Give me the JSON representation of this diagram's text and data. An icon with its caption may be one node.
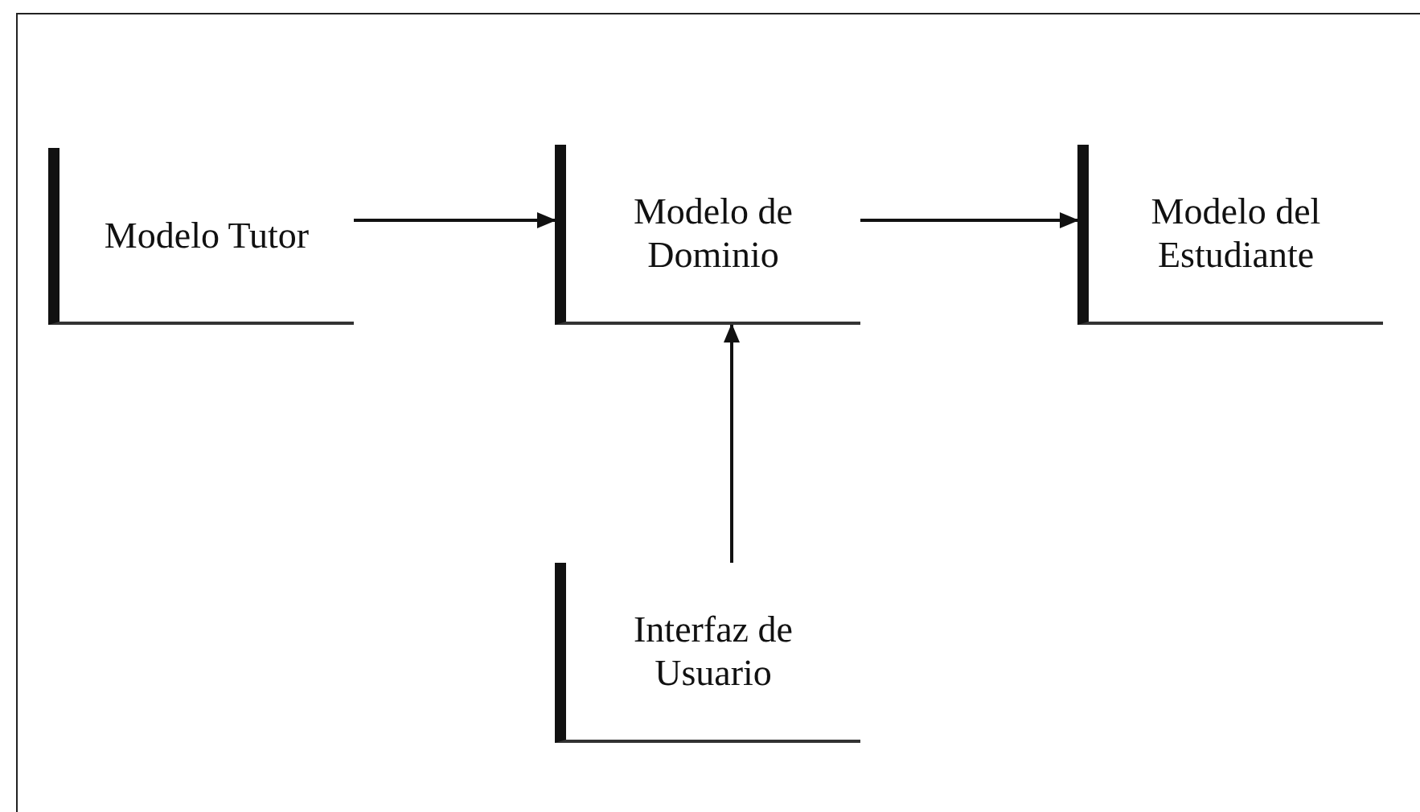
{
  "diagram": {
    "nodes": [
      {
        "text": [
          "Modelo Tutor"
        ]
      },
      {
        "text": [
          "Modelo de Dominio"
        ]
      },
      {
        "text": [
          "Modelo del Estudiante"
        ]
      },
      {
        "text": [
          "Interfaz de Usuario"
        ]
      }
    ],
    "edges": [
      {
        "from": 0,
        "to": 1,
        "arrow": "to"
      },
      {
        "from": 1,
        "to": 2,
        "arrow": "to"
      },
      {
        "from": 3,
        "to": 1,
        "arrow": "to"
      }
    ]
  }
}
